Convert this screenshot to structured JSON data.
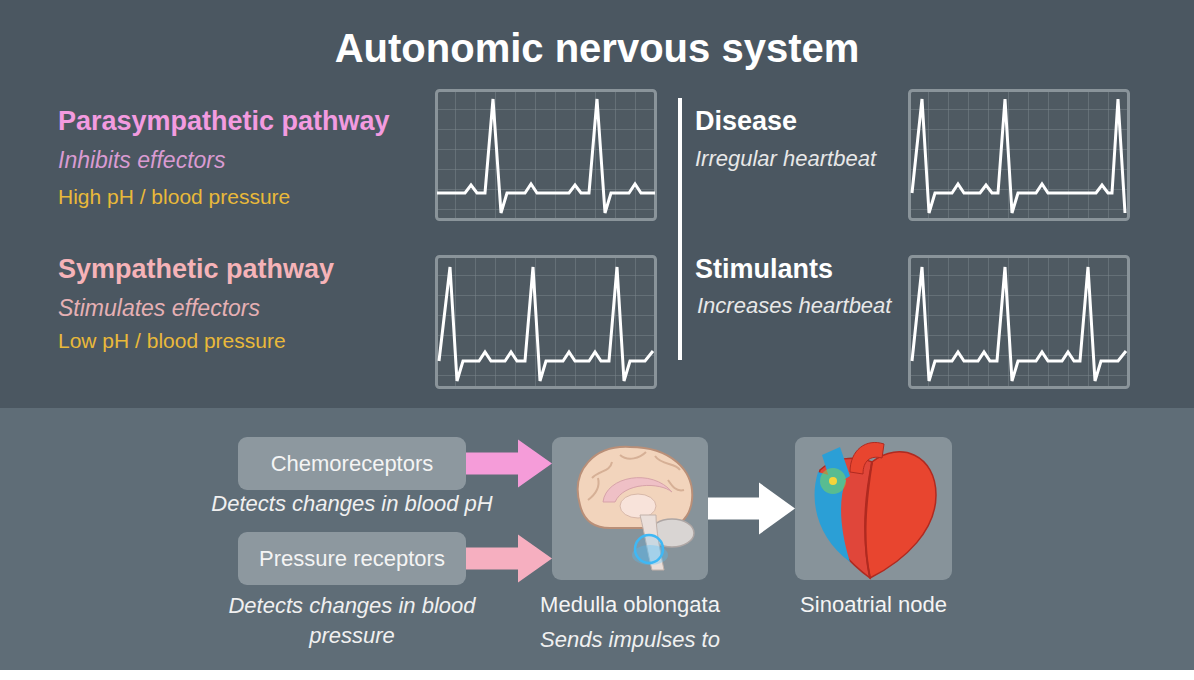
{
  "diagram": {
    "title": "Autonomic nervous system",
    "nodes": [
      {
        "text": [
          "Chemoreceptors",
          "Detects changes in blood pH"
        ]
      },
      {
        "text": [
          "Pressure receptors",
          "Detects changes in blood pressure"
        ]
      },
      {
        "text": [
          "Medulla oblongata",
          "Sends impulses to"
        ]
      },
      {
        "text": [
          "Sinoatrial node"
        ]
      }
    ],
    "edges": [
      {
        "from": 0,
        "to": 2,
        "arrow": "to"
      },
      {
        "from": 1,
        "to": 2,
        "arrow": "to"
      },
      {
        "from": 2,
        "to": 3,
        "arrow": "to"
      }
    ],
    "labels": [
      "Parasympathetic pathway",
      "Inhibits effectors",
      "High pH / blood pressure",
      "Sympathetic pathway",
      "Stimulates effectors",
      "Low pH / blood pressure",
      "Disease",
      "Irregular heartbeat",
      "Stimulants",
      "Increases heartbeat"
    ]
  }
}
